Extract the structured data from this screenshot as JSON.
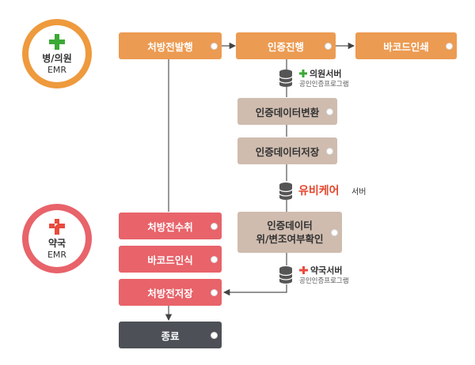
{
  "hospital": {
    "label": "병/의원",
    "sub": "EMR"
  },
  "pharmacy": {
    "label": "약국",
    "sub": "EMR"
  },
  "boxes": {
    "prescribe": "처방전발행",
    "auth": "인증진행",
    "barcode_print": "바코드인쇄",
    "convert": "인증데이터변환",
    "store": "인증데이터저장",
    "verify_line1": "인증데이터",
    "verify_line2": "위/변조여부확인",
    "receive": "처방전수취",
    "barcode_read": "바코드인식",
    "save": "처방전저장",
    "end": "종료"
  },
  "servers": {
    "clinic": {
      "name": "의원서버",
      "sub": "공인인증프로그램"
    },
    "ubicare": {
      "name": "유비케어",
      "suffix": "서버"
    },
    "pharmacy": {
      "name": "약국서버",
      "sub": "공인인증프로그램"
    }
  },
  "colors": {
    "orange": "#ec9b52",
    "beige": "#cfbcaf",
    "red": "#e8636a",
    "dark": "#4d5157",
    "green_cross": "#3aa935",
    "ubicare": "#e5472f"
  }
}
